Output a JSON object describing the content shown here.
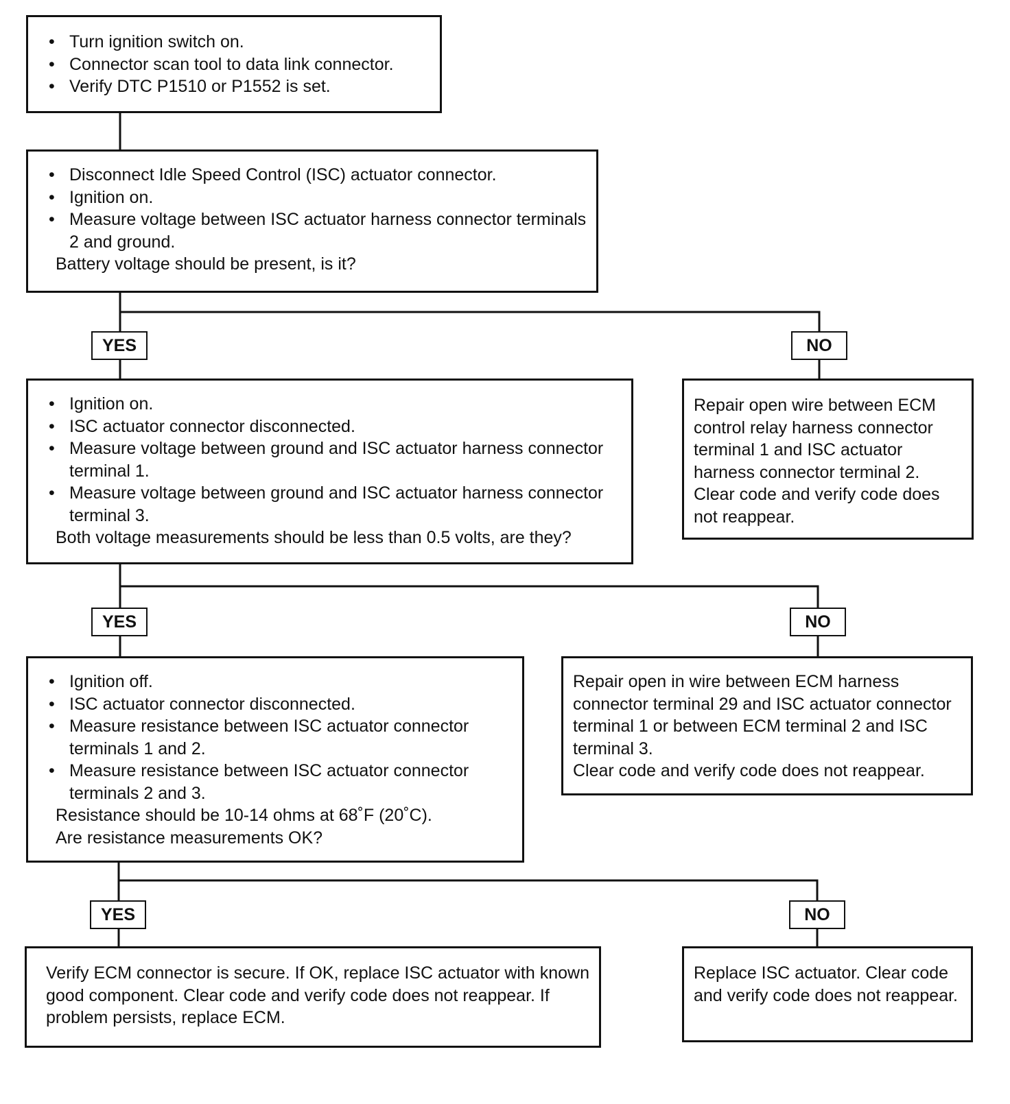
{
  "box1": {
    "bullets": [
      "Turn ignition switch on.",
      "Connector scan tool to data link connector.",
      "Verify DTC P1510 or P1552 is set."
    ]
  },
  "box2": {
    "bullets": [
      "Disconnect Idle Speed Control (ISC) actuator connector.",
      "Ignition on.",
      "Measure voltage between ISC actuator harness connector terminals 2 and ground."
    ],
    "question": "Battery voltage should be present, is it?"
  },
  "box3": {
    "bullets": [
      "Ignition on.",
      "ISC actuator connector disconnected.",
      "Measure voltage between ground and ISC actuator harness connector terminal 1.",
      "Measure voltage between ground and ISC actuator harness connector terminal 3."
    ],
    "question": "Both voltage measurements should be less than 0.5 volts, are they?"
  },
  "box3_no": "Repair open wire between ECM control relay harness connector terminal 1 and ISC actuator harness connector terminal 2. Clear code and verify code does not reappear.",
  "box4": {
    "bullets": [
      "Ignition off.",
      "ISC actuator connector disconnected.",
      "Measure resistance between ISC actuator connector terminals 1 and 2.",
      "Measure resistance between ISC actuator connector terminals 2 and 3."
    ],
    "question_line1": "Resistance should be 10-14 ohms at 68˚F (20˚C).",
    "question_line2": "Are resistance measurements OK?"
  },
  "box4_no_line1": "Repair open in wire between ECM harness connector terminal 29 and ISC actuator connector terminal 1 or between ECM terminal 2 and ISC terminal 3.",
  "box4_no_line2": "Clear code and verify code does not reappear.",
  "box5_yes": "Verify ECM connector is secure. If OK, replace ISC actuator with known good component. Clear code and verify code does not reappear. If problem persists, replace ECM.",
  "box5_no": "Replace ISC actuator. Clear code and verify code does not reappear.",
  "labels": {
    "yes": "YES",
    "no": "NO"
  }
}
